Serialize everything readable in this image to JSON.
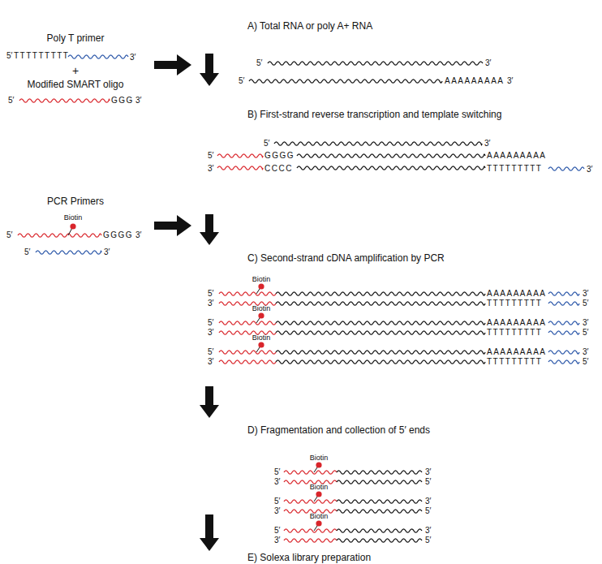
{
  "diagram": {
    "labels": [
      "Poly T primer",
      "5′",
      "TTTTTTTTT",
      "3′",
      "+",
      "Modified SMART oligo",
      "5′",
      "GGG",
      "3′",
      "A) Total RNA or poly A+ RNA",
      "5′",
      "3′",
      "5′",
      "AAAAAAAAA",
      "3′",
      "B) First-strand reverse transcription and template switching",
      "5′",
      "3′",
      "5′",
      "3′",
      "GGGG",
      "CCCC",
      "AAAAAAAAA",
      "TTTTTTTTT",
      "3′",
      "PCR Primers",
      "Biotin",
      "5′",
      "GGGG",
      "3′",
      "5′",
      "3′",
      "C) Second-strand cDNA amplification by PCR",
      "Biotin",
      "5′",
      "3′",
      "AAAAAAAAA",
      "TTTTTTTTT",
      "3′",
      "5′",
      "Biotin",
      "5′",
      "3′",
      "AAAAAAAAA",
      "TTTTTTTTT",
      "3′",
      "5′",
      "Biotin",
      "5′",
      "3′",
      "AAAAAAAAA",
      "TTTTTTTTT",
      "3′",
      "5′",
      "D) Fragmentation and collection of 5′ ends",
      "Biotin",
      "5′",
      "3′",
      "3′",
      "5′",
      "Biotin",
      "5′",
      "3′",
      "3′",
      "5′",
      "Biotin",
      "5′",
      "3′",
      "3′",
      "5′",
      "E) Solexa library preparation"
    ]
  }
}
